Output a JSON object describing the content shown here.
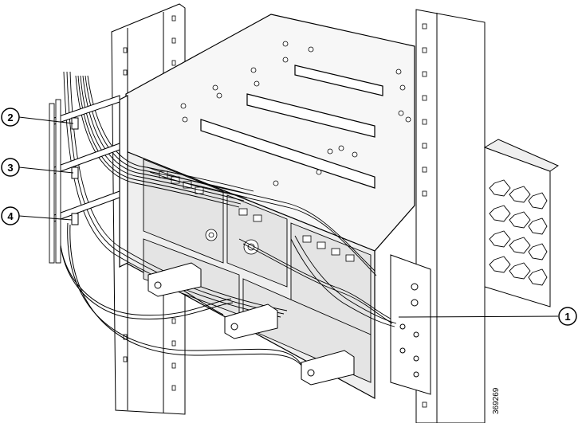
{
  "figure": {
    "callouts": [
      {
        "id": "c1",
        "number": "1"
      },
      {
        "id": "c2",
        "number": "2"
      },
      {
        "id": "c3",
        "number": "3"
      },
      {
        "id": "c4",
        "number": "4"
      }
    ],
    "figure_id": "369269"
  },
  "colors": {
    "line": "#000000",
    "rack_fill": "#ffffff",
    "chassis_top": "#f7f7f7",
    "shadow": "#d9d9d9",
    "cable": "#e8e8e8"
  }
}
